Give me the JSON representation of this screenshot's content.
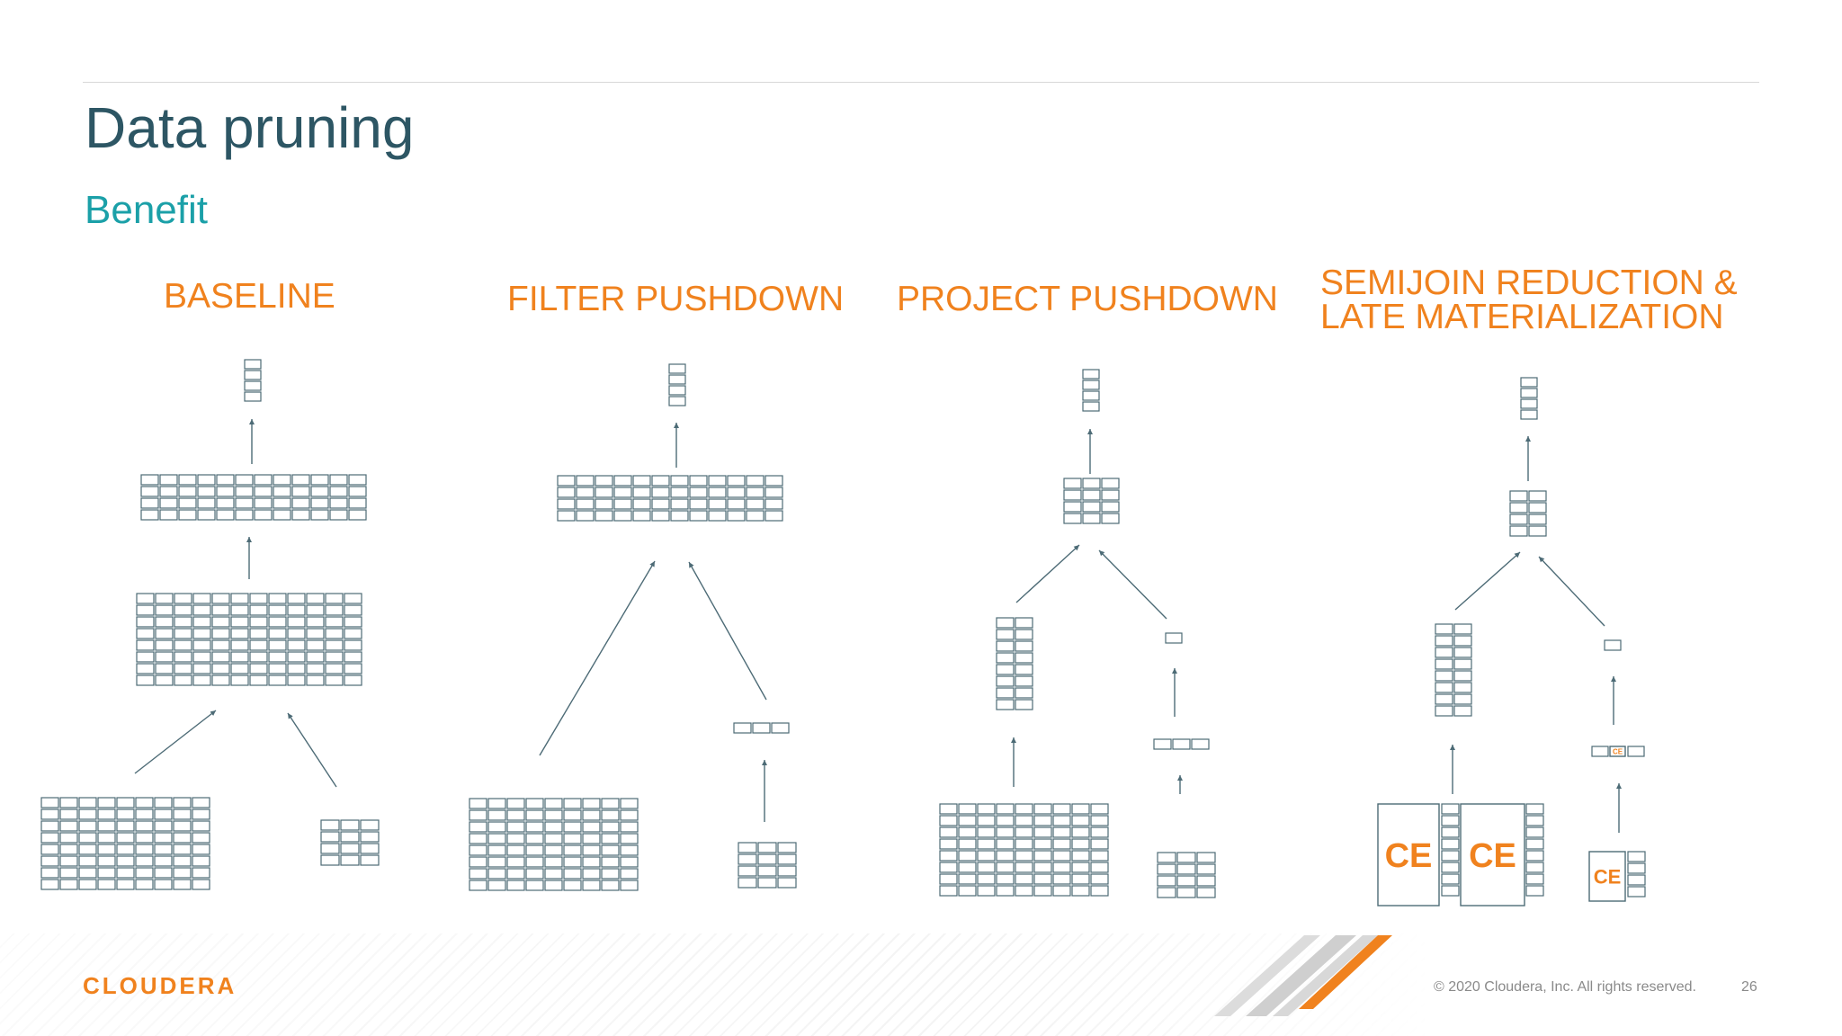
{
  "slide": {
    "title": "Data pruning",
    "subtitle": "Benefit"
  },
  "columns": [
    {
      "heading_lines": [
        "BASELINE"
      ]
    },
    {
      "heading_lines": [
        "FILTER PUSHDOWN"
      ]
    },
    {
      "heading_lines": [
        "PROJECT PUSHDOWN"
      ]
    },
    {
      "heading_lines": [
        "SEMIJOIN REDUCTION &",
        "LATE MATERIALIZATION"
      ]
    }
  ],
  "diagram": {
    "block_label": "CE",
    "colors": {
      "grid_stroke": "#4d6b76",
      "arrow": "#4d6b76",
      "accent": "#f0821e"
    }
  },
  "footer": {
    "logo": "CLOUDERA",
    "copyright": "© 2020 Cloudera, Inc. All rights reserved.",
    "page_number": "26"
  }
}
